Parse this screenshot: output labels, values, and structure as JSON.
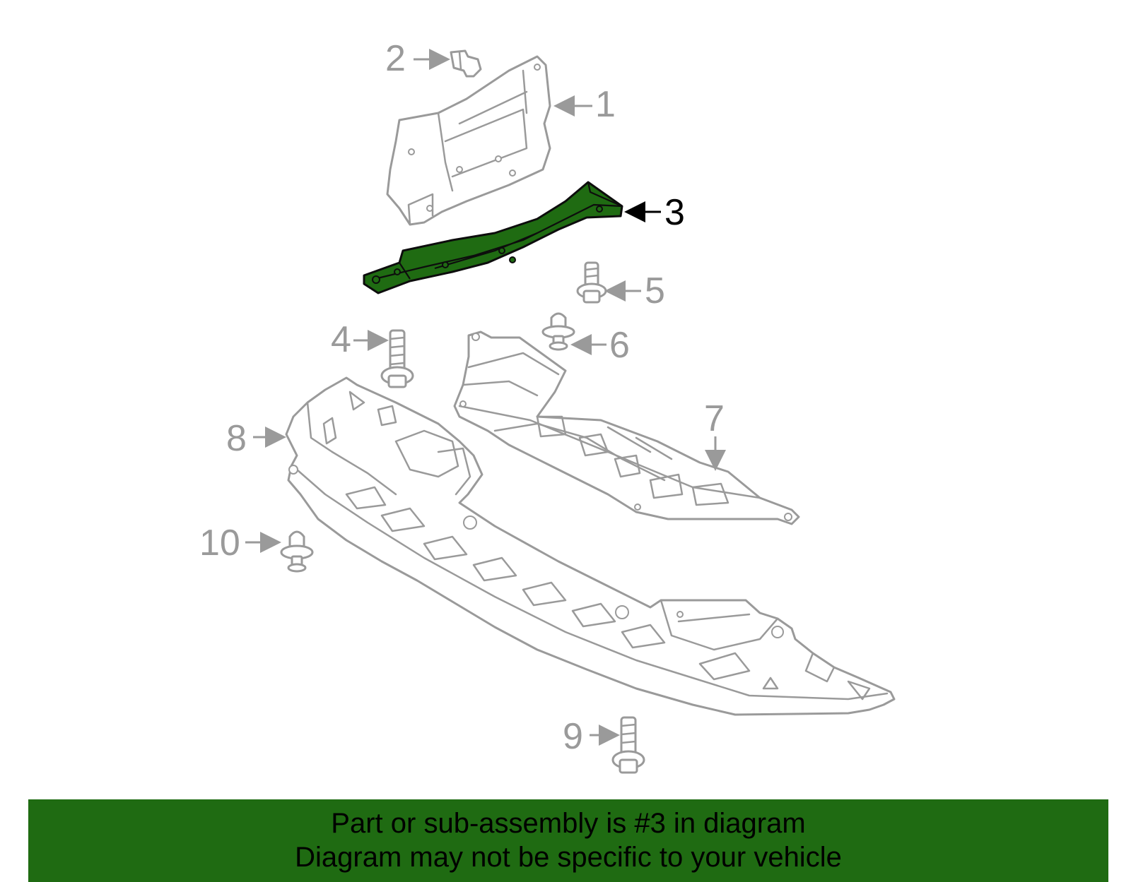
{
  "callouts": {
    "c1": "1",
    "c2": "2",
    "c3": "3",
    "c4": "4",
    "c5": "5",
    "c6": "6",
    "c7": "7",
    "c8": "8",
    "c9": "9",
    "c10": "10"
  },
  "highlighted_part": "3",
  "colors": {
    "highlight": "#1f6b12",
    "line": "#9a9a9a",
    "banner": "#1f6b12"
  },
  "banner": {
    "line1": "Part or sub-assembly is #3 in diagram",
    "line2": "Diagram may not be specific to your vehicle"
  }
}
